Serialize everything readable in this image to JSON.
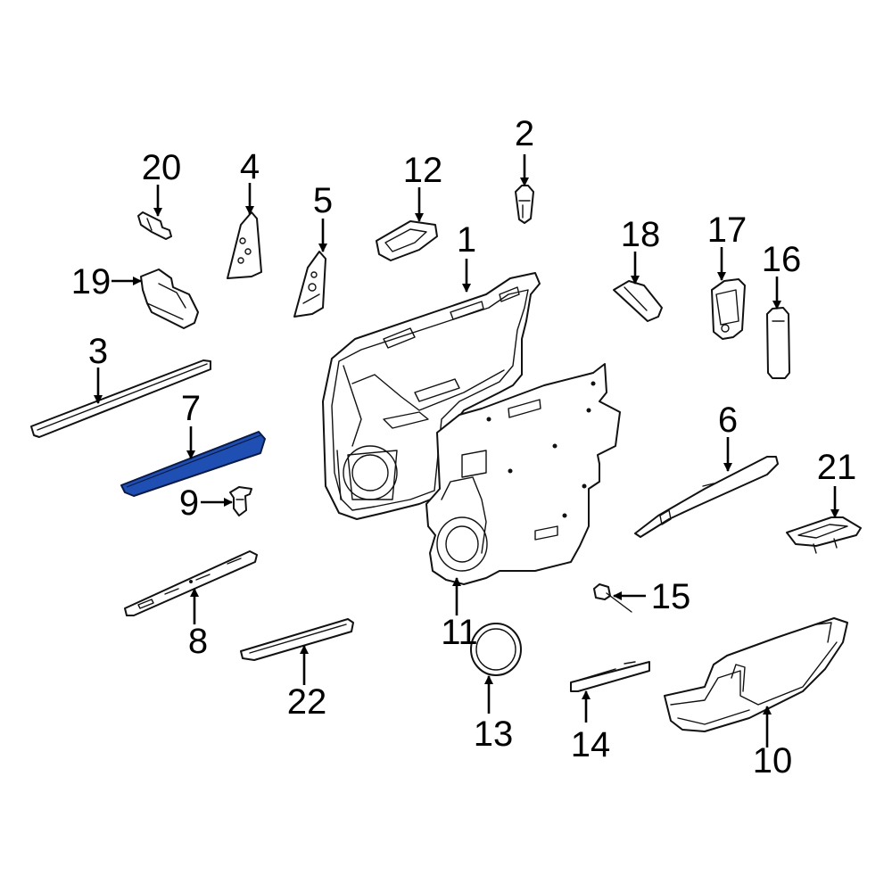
{
  "highlight_color": "#1f4fb3",
  "highlighted_part": "7",
  "callouts": {
    "c1": "1",
    "c2": "2",
    "c3": "3",
    "c4": "4",
    "c5": "5",
    "c6": "6",
    "c7": "7",
    "c8": "8",
    "c9": "9",
    "c10": "10",
    "c11": "11",
    "c12": "12",
    "c13": "13",
    "c14": "14",
    "c15": "15",
    "c16": "16",
    "c17": "17",
    "c18": "18",
    "c19": "19",
    "c20": "20",
    "c21": "21",
    "c22": "22"
  }
}
